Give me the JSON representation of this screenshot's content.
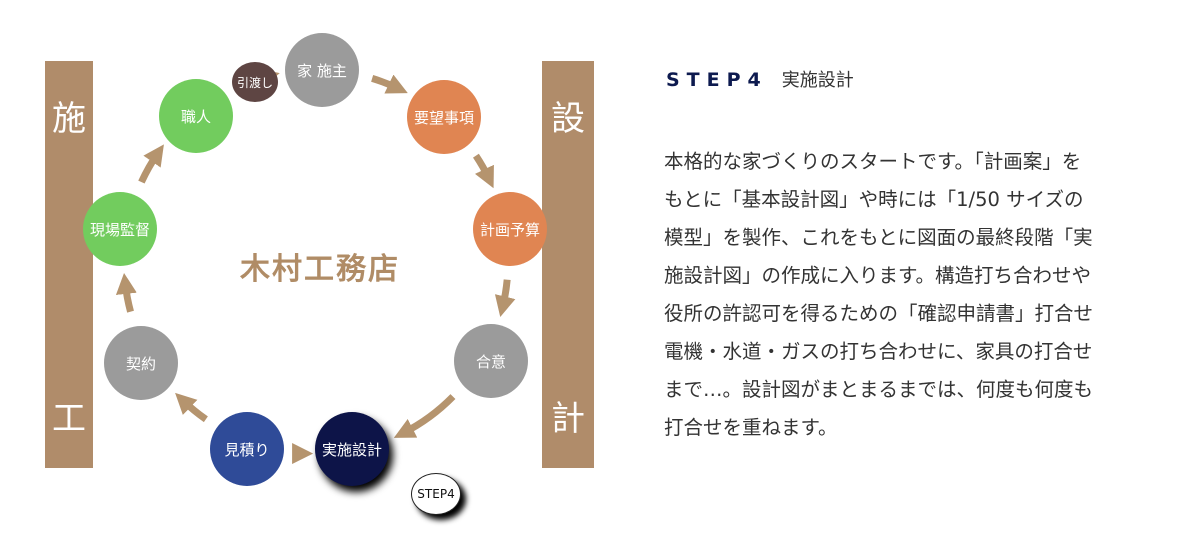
{
  "side_labels": {
    "left_top": "施",
    "left_bottom": "工",
    "right_top": "設",
    "right_bottom": "計"
  },
  "logo": "木村工務店",
  "nodes": {
    "client": "家 施主",
    "requests": "要望事項",
    "budget": "計画予算",
    "agreement": "合意",
    "detailed_design": "実施設計",
    "estimate": "見積り",
    "contract": "契約",
    "supervisor": "現場監督",
    "craftsman": "職人"
  },
  "bubbles": {
    "handover": "引渡し",
    "step": "STEP4"
  },
  "colors": {
    "gray": "#9b9b9b",
    "orange": "#e08552",
    "green": "#72cc5e",
    "navy": "#0d1448",
    "blue": "#2f4b98",
    "brown": "#b08c6a"
  },
  "heading": {
    "step": "STEP4",
    "name": "実施設計"
  },
  "body_lines": [
    "本格的な家づくりのスタートです。「計画案」を",
    "もとに「基本設計図」や時には「1/50 サイズの",
    "模型」を製作、これをもとに図面の最終段階「実",
    "施設計図」の作成に入ります。構造打ち合わせや",
    "役所の許認可を得るための「確認申請書」打合せ",
    "電機・水道・ガスの打ち合わせに、家具の打合せ",
    "まで…。設計図がまとまるまでは、何度も何度も",
    "打合せを重ねます。"
  ]
}
